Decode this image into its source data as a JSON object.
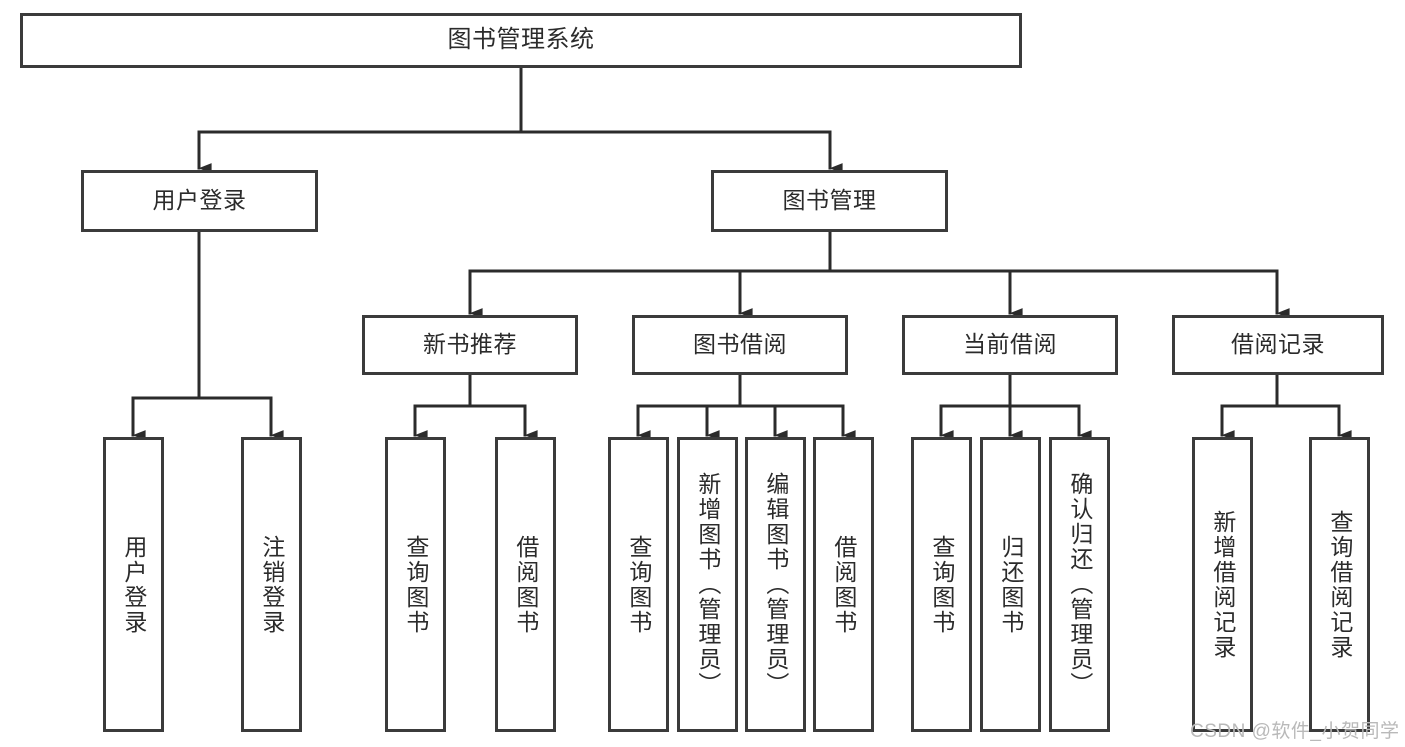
{
  "diagram": {
    "title": "图书管理系统",
    "type": "tree-hierarchy-chart",
    "watermark": "CSDN @软件_小贺同学",
    "colors": {
      "box_border": "#3b3b3b",
      "box_fill": "#ffffff",
      "connector": "#2b2b2b",
      "text": "#2b2b2b",
      "watermark": "#b9b9b9",
      "background": "#ffffff"
    },
    "nodes": {
      "root": {
        "label": "图书管理系统"
      },
      "level2": [
        {
          "label": "用户登录"
        },
        {
          "label": "图书管理"
        }
      ],
      "level3": [
        {
          "label": "新书推荐"
        },
        {
          "label": "图书借阅"
        },
        {
          "label": "当前借阅"
        },
        {
          "label": "借阅记录"
        }
      ],
      "leaves": {
        "user_login": [
          {
            "label": "用户登录"
          },
          {
            "label": "注销登录"
          }
        ],
        "new_book_recommend": [
          {
            "label": "查询图书"
          },
          {
            "label": "借阅图书"
          }
        ],
        "book_borrow": [
          {
            "label": "查询图书"
          },
          {
            "label": "新增图书（管理员）"
          },
          {
            "label": "编辑图书（管理员）"
          },
          {
            "label": "借阅图书"
          }
        ],
        "current_borrow": [
          {
            "label": "查询图书"
          },
          {
            "label": "归还图书"
          },
          {
            "label": "确认归还（管理员）"
          }
        ],
        "borrow_record": [
          {
            "label": "新增借阅记录"
          },
          {
            "label": "查询借阅记录"
          }
        ]
      }
    }
  }
}
